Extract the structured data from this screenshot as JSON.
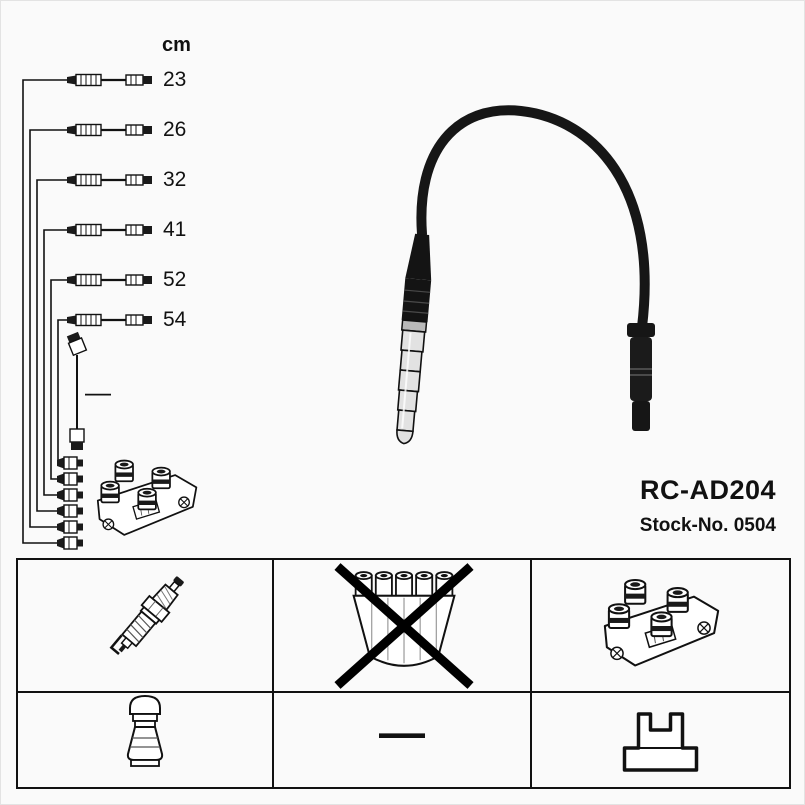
{
  "product": {
    "model": "RC-AD204",
    "stock_text": "Stock-No. 0504"
  },
  "lengths": {
    "unit": "cm",
    "values": [
      "23",
      "26",
      "32",
      "41",
      "52",
      "54"
    ],
    "no_length_dash": "—"
  },
  "legend": {
    "dash": "—",
    "icons": [
      "spark-plug",
      "distributor-cap-crossed-out",
      "ignition-coil-pack",
      "spark-plug-boot",
      "dash",
      "coil-connector"
    ]
  },
  "colors": {
    "line": "#111111",
    "background": "#fafafa",
    "cable": "#161616"
  }
}
